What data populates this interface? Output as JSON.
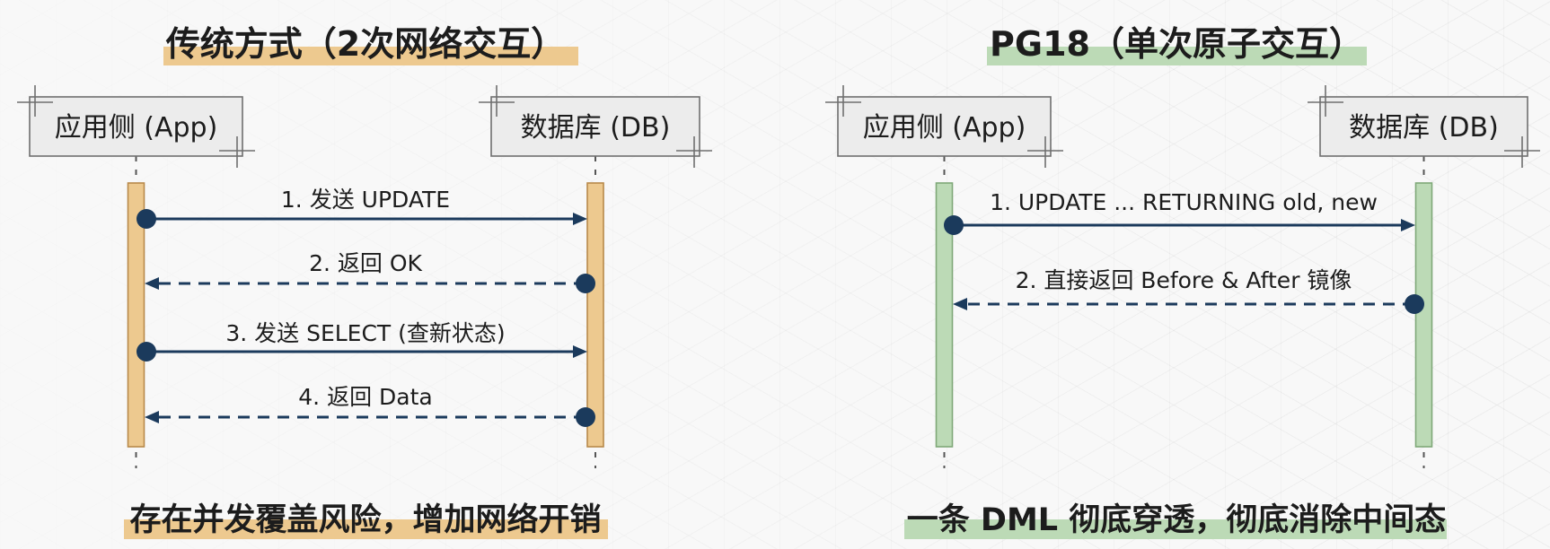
{
  "colors": {
    "background": "#f8f8f8",
    "text": "#1c1c1c",
    "arrow": "#1b3a5c",
    "lifeline": "#555555",
    "left_accent": "#edc98f",
    "left_bar_border": "#b8894a",
    "right_accent": "#bcdab6",
    "right_bar_border": "#7fa878",
    "box_fill": "#ececec",
    "box_border": "#6f6f6f"
  },
  "left": {
    "title": "传统方式（2次网络交互）",
    "app_label": "应用侧 (App)",
    "db_label": "数据库 (DB)",
    "messages": [
      {
        "label": "1. 发送 UPDATE"
      },
      {
        "label": "2. 返回 OK"
      },
      {
        "label": "3. 发送 SELECT (查新状态)"
      },
      {
        "label": "4. 返回 Data"
      }
    ],
    "footer": "存在并发覆盖风险，增加网络开销"
  },
  "right": {
    "title": "PG18（单次原子交互）",
    "app_label": "应用侧 (App)",
    "db_label": "数据库 (DB)",
    "messages": [
      {
        "label": "1. UPDATE ... RETURNING old, new"
      },
      {
        "label": "2. 直接返回 Before & After 镜像"
      }
    ],
    "footer": "一条 DML 彻底穿透，彻底消除中间态"
  }
}
